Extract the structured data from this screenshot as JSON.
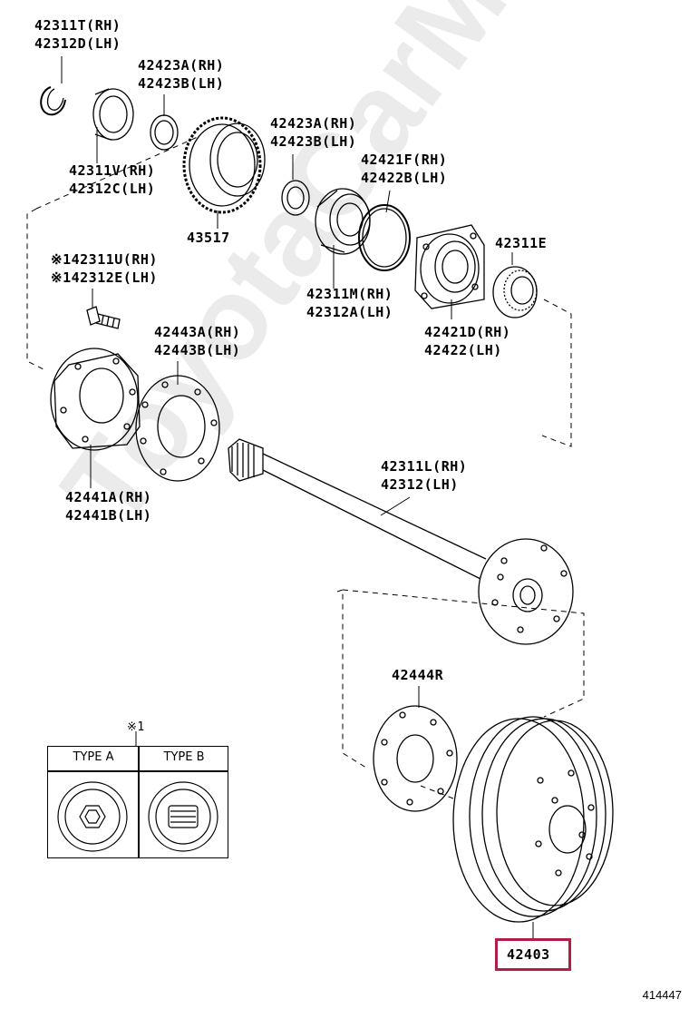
{
  "labels": {
    "snap_ring": [
      "42311T(RH)",
      "42312D(LH)"
    ],
    "oil_seal_outer": [
      "42311V(RH)",
      "42312C(LH)"
    ],
    "retainer_a": [
      "42423A(RH)",
      "42423B(LH)"
    ],
    "retainer_b": [
      "42423A(RH)",
      "42423B(LH)"
    ],
    "sensor_rotor": [
      "43517"
    ],
    "o_ring": [
      "42421F(RH)",
      "42422B(LH)"
    ],
    "bearing": [
      "42311M(RH)",
      "42312A(LH)"
    ],
    "bearing_case": [
      "42421D(RH)",
      "42422(LH)"
    ],
    "inner_seal": [
      "42311E"
    ],
    "hub_bolt": [
      "※142311U(RH)",
      "※142312E(LH)"
    ],
    "gasket": [
      "42443A(RH)",
      "42443B(LH)"
    ],
    "backing_plate": [
      "42441A(RH)",
      "42441B(LH)"
    ],
    "axle_shaft": [
      "42311L(RH)",
      "42312(LH)"
    ],
    "drum_gasket": [
      "42444R"
    ],
    "brake_drum": [
      "42403"
    ]
  },
  "note_mark": "※1",
  "type_table": {
    "col_a": "TYPE A",
    "col_b": "TYPE B"
  },
  "diagram_code": "414447",
  "watermark": "ToyotaCarMine.ru",
  "colors": {
    "highlight": "#b01e45",
    "line": "#000000"
  }
}
